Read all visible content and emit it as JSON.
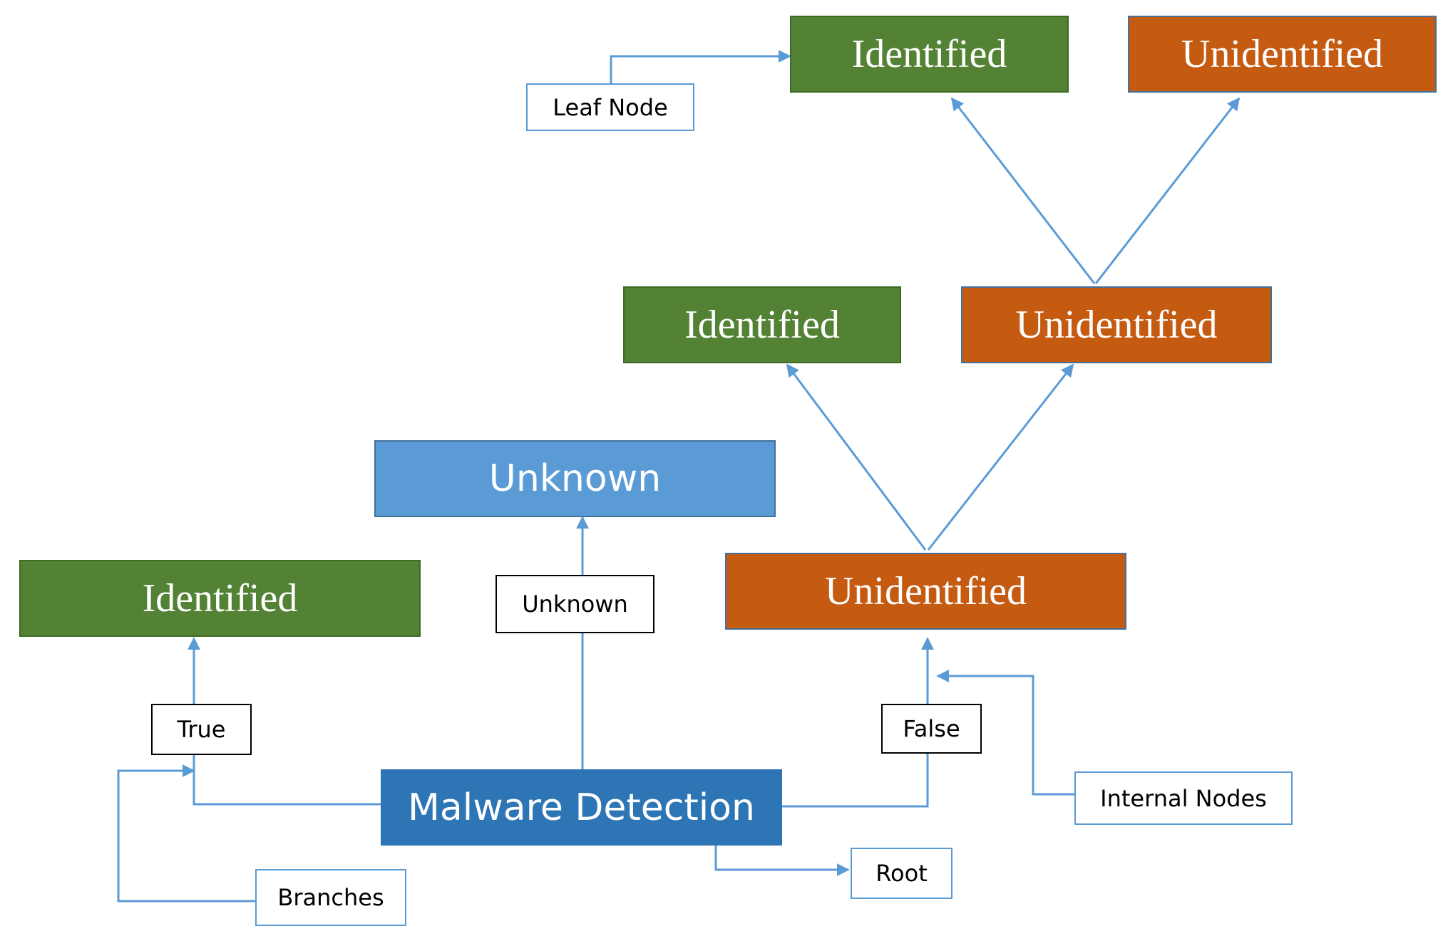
{
  "nodes": {
    "root": "Malware Detection",
    "unknown": "Unknown",
    "identified_left": "Identified",
    "unidentified_mid": "Unidentified",
    "identified_mid": "Identified",
    "unidentified_upper": "Unidentified",
    "identified_top": "Identified",
    "unidentified_top": "Unidentified"
  },
  "edge_labels": {
    "true": "True",
    "unknown": "Unknown",
    "false": "False"
  },
  "annotations": {
    "leaf_node": "Leaf Node",
    "root": "Root",
    "branches": "Branches",
    "internal_nodes": "Internal Nodes"
  },
  "colors": {
    "identified": "#548235",
    "unidentified": "#c55a11",
    "unknown": "#5b9bd5",
    "root": "#2e75b6",
    "connector": "#5b9bd5"
  }
}
